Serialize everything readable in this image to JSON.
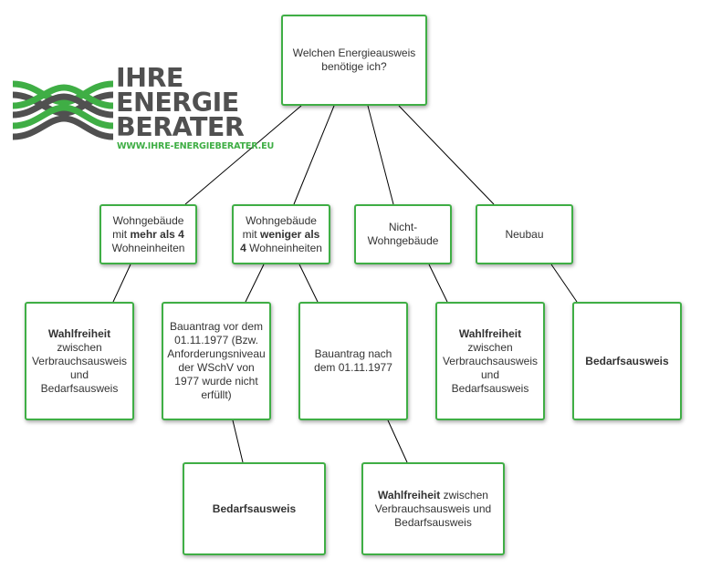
{
  "logo": {
    "line1": "IHRE",
    "line2": "ENERGIE",
    "line3": "BERATER",
    "url": "WWW.IHRE-ENERGIEBERATER.EU",
    "colors": {
      "green": "#3fae45",
      "gray": "#505050"
    }
  },
  "nodes": {
    "root": "Welchen Energieausweis benötige ich?",
    "a": {
      "pre": "Wohngebäude mit ",
      "bold": "mehr als 4",
      "post": " Wohneinheiten"
    },
    "b": {
      "pre": "Wohngebäude mit ",
      "bold": "weniger als 4",
      "post": " Wohneinheiten"
    },
    "c": "Nicht-Wohngebäude",
    "d": "Neubau",
    "a1": {
      "bold": "Wahlfreiheit",
      "post": "zwischen Verbrauchsausweis und Bedarfsausweis"
    },
    "b1": "Bauantrag vor dem 01.11.1977 (Bzw. Anforderungsniveau der WSchV von 1977 wurde nicht erfüllt)",
    "b2": "Bauantrag nach dem 01.11.1977",
    "c1": {
      "bold": "Wahlfreiheit",
      "post": "zwischen Verbrauchsausweis und Bedarfsausweis"
    },
    "d1": {
      "bold": "Bedarfsausweis"
    },
    "b1a": {
      "bold": "Bedarfsausweis"
    },
    "b2a": {
      "bold": "Wahlfreiheit",
      "post": " zwischen Verbrauchsausweis und Bedarfsausweis"
    }
  },
  "colors": {
    "border": "#3fae45",
    "text": "#333333",
    "edge": "#000000"
  }
}
